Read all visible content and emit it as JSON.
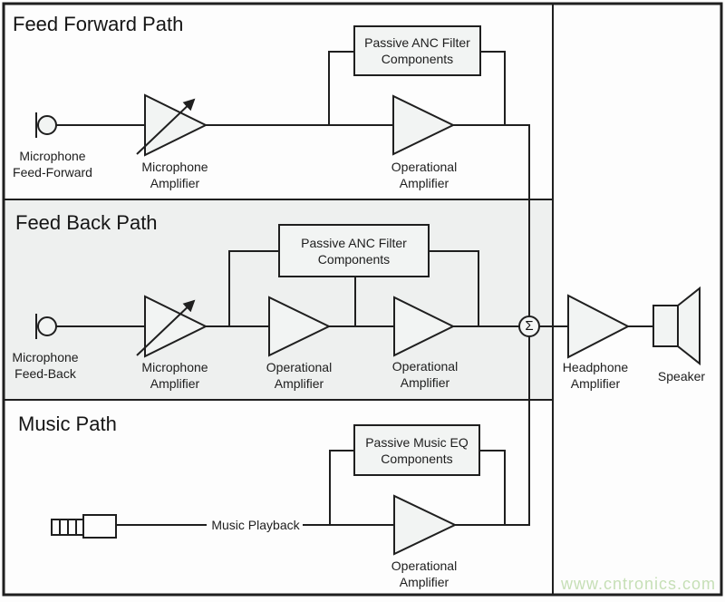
{
  "sections": {
    "feed_forward": {
      "title": "Feed Forward Path"
    },
    "feed_back": {
      "title": "Feed Back Path"
    },
    "music": {
      "title": "Music Path"
    }
  },
  "feed_forward": {
    "mic_label": {
      "line1": "Microphone",
      "line2": "Feed-Forward"
    },
    "mic_amp_label": {
      "line1": "Microphone",
      "line2": "Amplifier"
    },
    "filter_box": {
      "line1": "Passive ANC Filter",
      "line2": "Components"
    },
    "op_amp_label": {
      "line1": "Operational",
      "line2": "Amplifier"
    }
  },
  "feed_back": {
    "mic_label": {
      "line1": "Microphone",
      "line2": "Feed-Back"
    },
    "mic_amp_label": {
      "line1": "Microphone",
      "line2": "Amplifier"
    },
    "filter_box": {
      "line1": "Passive ANC Filter",
      "line2": "Components"
    },
    "op_amp1_label": {
      "line1": "Operational",
      "line2": "Amplifier"
    },
    "op_amp2_label": {
      "line1": "Operational",
      "line2": "Amplifier"
    }
  },
  "music": {
    "playback_label": "Music Playback",
    "eq_box": {
      "line1": "Passive Music EQ",
      "line2": "Components"
    },
    "op_amp_label": {
      "line1": "Operational",
      "line2": "Amplifier"
    }
  },
  "output": {
    "summer_symbol": "Σ",
    "headphone_amp_label": {
      "line1": "Headphone",
      "line2": "Amplifier"
    },
    "speaker_label": "Speaker"
  },
  "watermark": {
    "text": "www.cntronics.com",
    "color": "#c6dfb6"
  },
  "colors": {
    "stroke": "#1f1f1f",
    "shape_fill": "#f2f4f3",
    "feedback_section_bg": "#eef0ef",
    "background": "#fdfdfd"
  }
}
